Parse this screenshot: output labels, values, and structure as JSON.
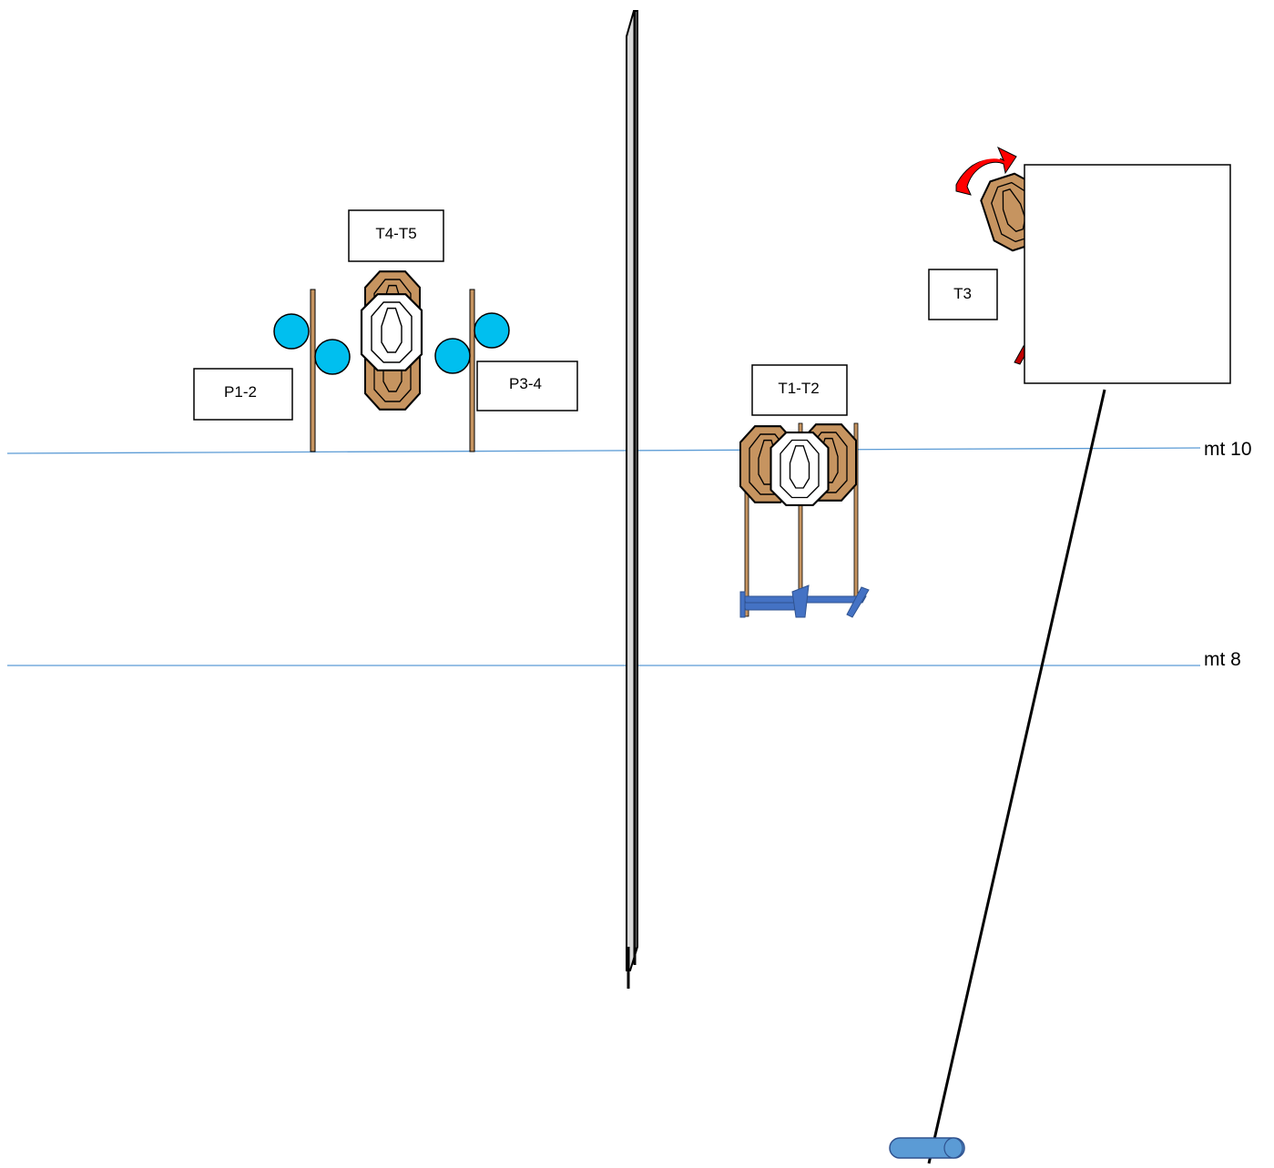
{
  "labels": {
    "t4_t5": "T4-T5",
    "p1_2": "P1-2",
    "p3_4": "P3-4",
    "t1_t2": "T1-T2",
    "t3": "T3"
  },
  "distances": {
    "mt10": "mt 10",
    "mt8": "mt 8"
  },
  "colors": {
    "distance_line": "#5b9bd5",
    "popper": "#00bfef",
    "target_brown": "#c69460",
    "target_white": "#ffffff",
    "stand_blue": "#4472c4",
    "swing_arrow": "#ff0000",
    "barrel": "#5b9bd5"
  },
  "icons": {
    "target": "ipsc-octagon-target",
    "no_shoot": "no-shoot-target",
    "popper": "popper-circle",
    "swing": "swing-arrow",
    "barrel": "barrel"
  }
}
